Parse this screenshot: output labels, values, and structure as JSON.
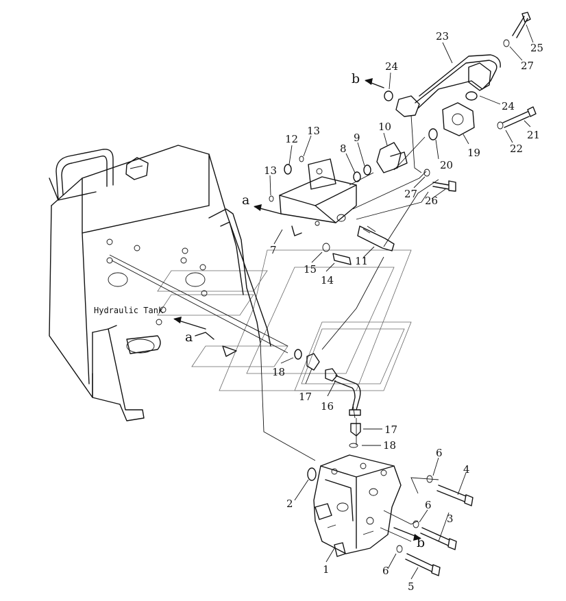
{
  "diagram": {
    "tank_label": "Hydraulic Tank",
    "arrow_a": "a",
    "arrow_b": "b",
    "parts": [
      {
        "id": "p1",
        "label": "1"
      },
      {
        "id": "p2",
        "label": "2"
      },
      {
        "id": "p3",
        "label": "3"
      },
      {
        "id": "p4",
        "label": "4"
      },
      {
        "id": "p5",
        "label": "5"
      },
      {
        "id": "p6a",
        "label": "6"
      },
      {
        "id": "p6b",
        "label": "6"
      },
      {
        "id": "p6c",
        "label": "6"
      },
      {
        "id": "p7",
        "label": "7"
      },
      {
        "id": "p8",
        "label": "8"
      },
      {
        "id": "p9",
        "label": "9"
      },
      {
        "id": "p10",
        "label": "10"
      },
      {
        "id": "p11",
        "label": "11"
      },
      {
        "id": "p12",
        "label": "12"
      },
      {
        "id": "p13a",
        "label": "13"
      },
      {
        "id": "p13b",
        "label": "13"
      },
      {
        "id": "p14",
        "label": "14"
      },
      {
        "id": "p15",
        "label": "15"
      },
      {
        "id": "p16",
        "label": "16"
      },
      {
        "id": "p17a",
        "label": "17"
      },
      {
        "id": "p17b",
        "label": "17"
      },
      {
        "id": "p18a",
        "label": "18"
      },
      {
        "id": "p18b",
        "label": "18"
      },
      {
        "id": "p19",
        "label": "19"
      },
      {
        "id": "p20",
        "label": "20"
      },
      {
        "id": "p21",
        "label": "21"
      },
      {
        "id": "p22",
        "label": "22"
      },
      {
        "id": "p23",
        "label": "23"
      },
      {
        "id": "p24a",
        "label": "24"
      },
      {
        "id": "p24b",
        "label": "24"
      },
      {
        "id": "p25",
        "label": "25"
      },
      {
        "id": "p26",
        "label": "26"
      },
      {
        "id": "p27a",
        "label": "27"
      },
      {
        "id": "p27b",
        "label": "27"
      }
    ]
  }
}
